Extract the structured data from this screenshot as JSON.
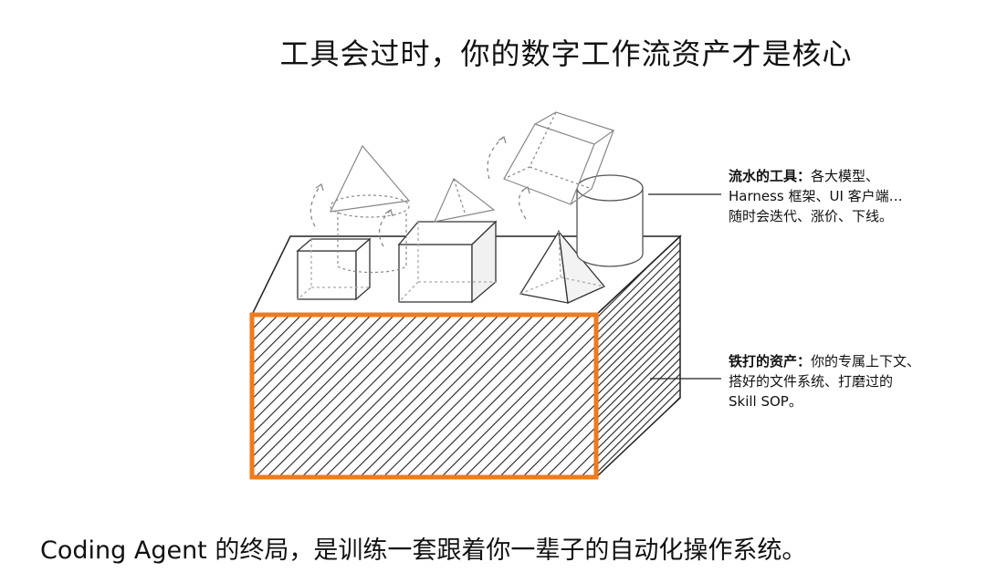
{
  "title": "工具会过时，你的数字工作流资产才是核心",
  "callouts": {
    "tools": {
      "heading": "流水的工具：",
      "line1": "各大模型、",
      "line2": "Harness 框架、UI 客户端…",
      "line3": "随时会迭代、涨价、下线。"
    },
    "assets": {
      "heading": "铁打的资产：",
      "line1": "你的专属上下文、",
      "line2": "搭好的文件系统、打磨过的",
      "line3": "Skill SOP。"
    }
  },
  "bottom_text": "Coding Agent 的终局，是训练一套跟着你一辈子的自动化操作系统。",
  "colors": {
    "accent": "#f07a1c",
    "line": "#222222",
    "faint": "#9a9a9a"
  }
}
